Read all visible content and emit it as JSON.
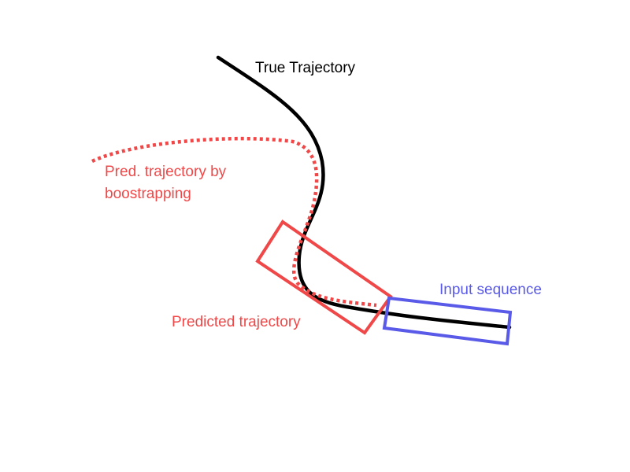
{
  "labels": {
    "true_trajectory": "True Trajectory",
    "bootstrap_line1": "Pred. trajectory by",
    "bootstrap_line2": "boostrapping",
    "input_sequence": "Input sequence",
    "predicted_trajectory": "Predicted trajectory"
  },
  "colors": {
    "true_trajectory": "#000000",
    "predicted": "#f04848",
    "input": "#5a5ae8"
  }
}
